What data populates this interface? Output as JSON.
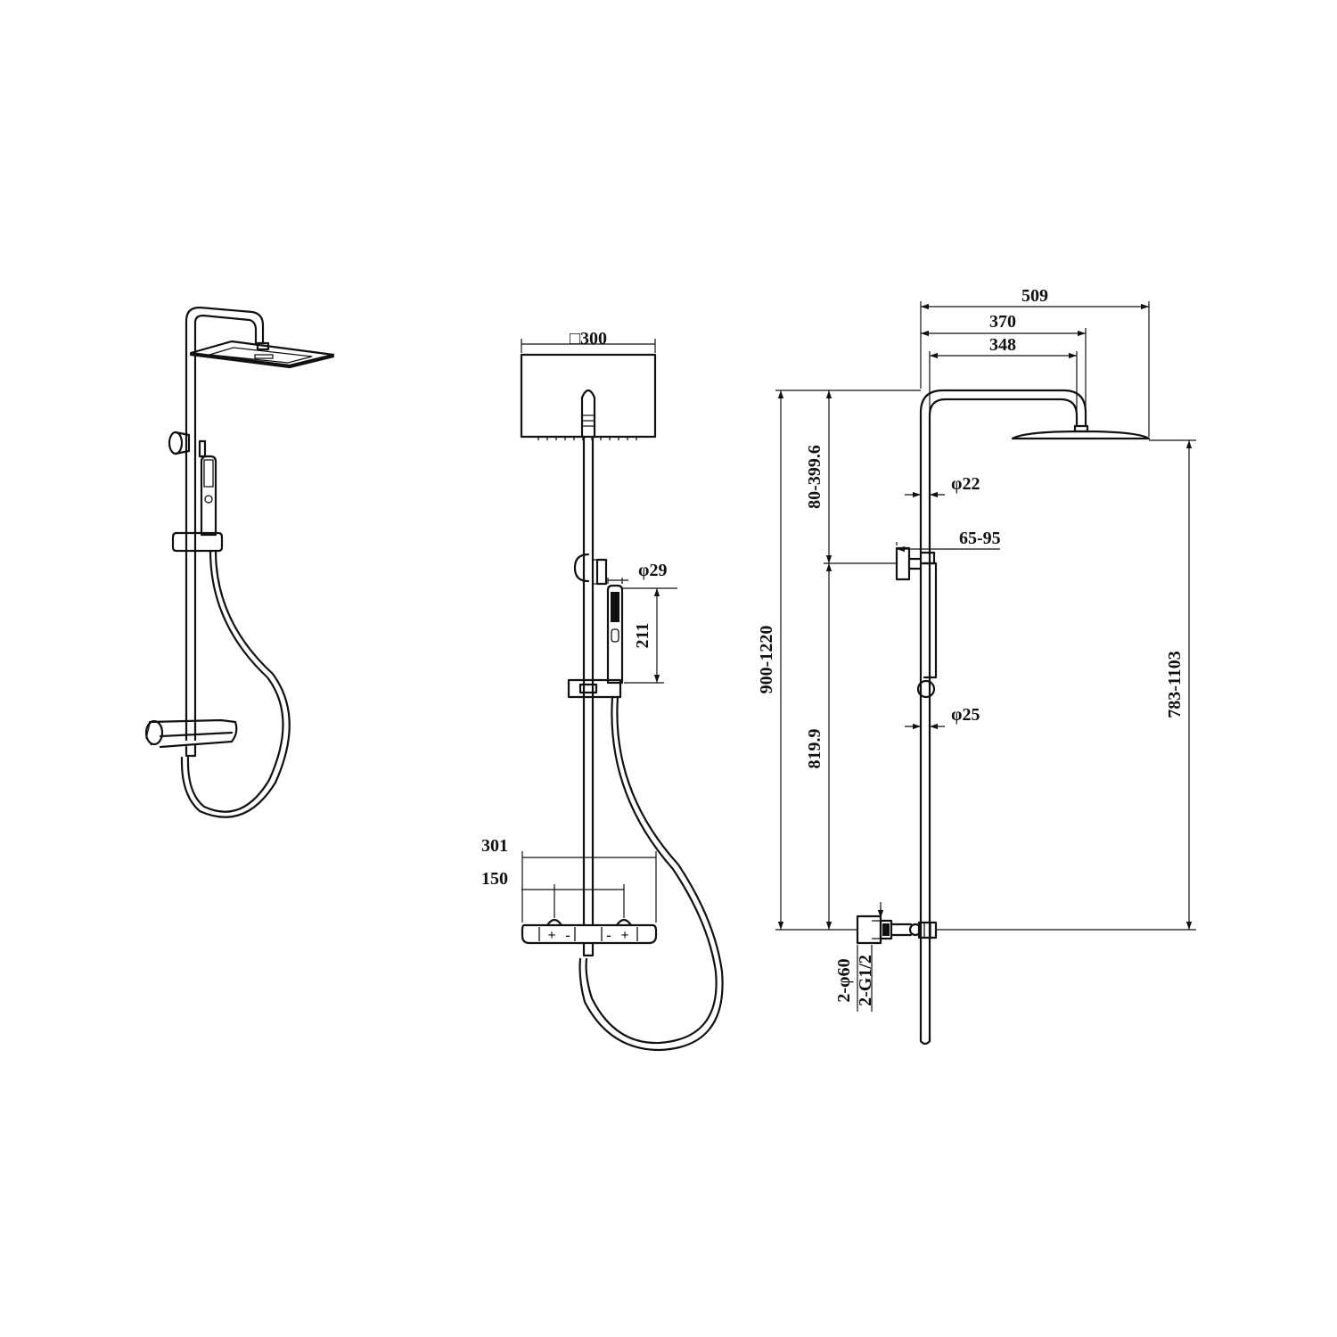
{
  "views": {
    "perspective": {
      "name": "perspective-view"
    },
    "front": {
      "dimensions": {
        "head_size": "□300",
        "handset_diameter": "φ29",
        "handset_length": "211",
        "valve_width": "301",
        "inlet_centres": "150"
      },
      "valve_markings": {
        "plus_left": "+",
        "minus_left": "-",
        "minus_right": "-",
        "plus_right": "+"
      }
    },
    "side": {
      "dimensions": {
        "arm_overall": "509",
        "arm_outer": "370",
        "arm_inner": "348",
        "upper_tube_diameter": "φ22",
        "wall_bracket_projection": "65-95",
        "lower_tube_diameter": "φ25",
        "adjust_range": "80-399.6",
        "total_height": "900-1220",
        "rail_height": "819.9",
        "head_height": "783-1103",
        "escutcheon": "2-φ60",
        "inlet_thread": "2-G1/2"
      }
    }
  }
}
